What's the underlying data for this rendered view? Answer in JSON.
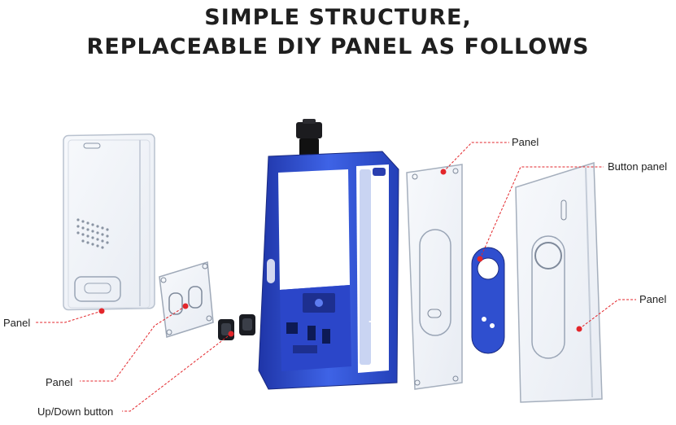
{
  "title": {
    "line1": "SIMPLE STRUCTURE,",
    "line2": "REPLACEABLE DIY PANEL AS FOLLOWS"
  },
  "callouts": {
    "left_panel": "Panel",
    "small_panel": "Panel",
    "updown_button": "Up/Down button",
    "top_panel": "Panel",
    "button_panel": "Button panel",
    "right_panel": "Panel"
  },
  "colors": {
    "frame_blue": "#2f4fcf",
    "callout_red": "#e3262b",
    "title_text": "#1f1f1f"
  }
}
